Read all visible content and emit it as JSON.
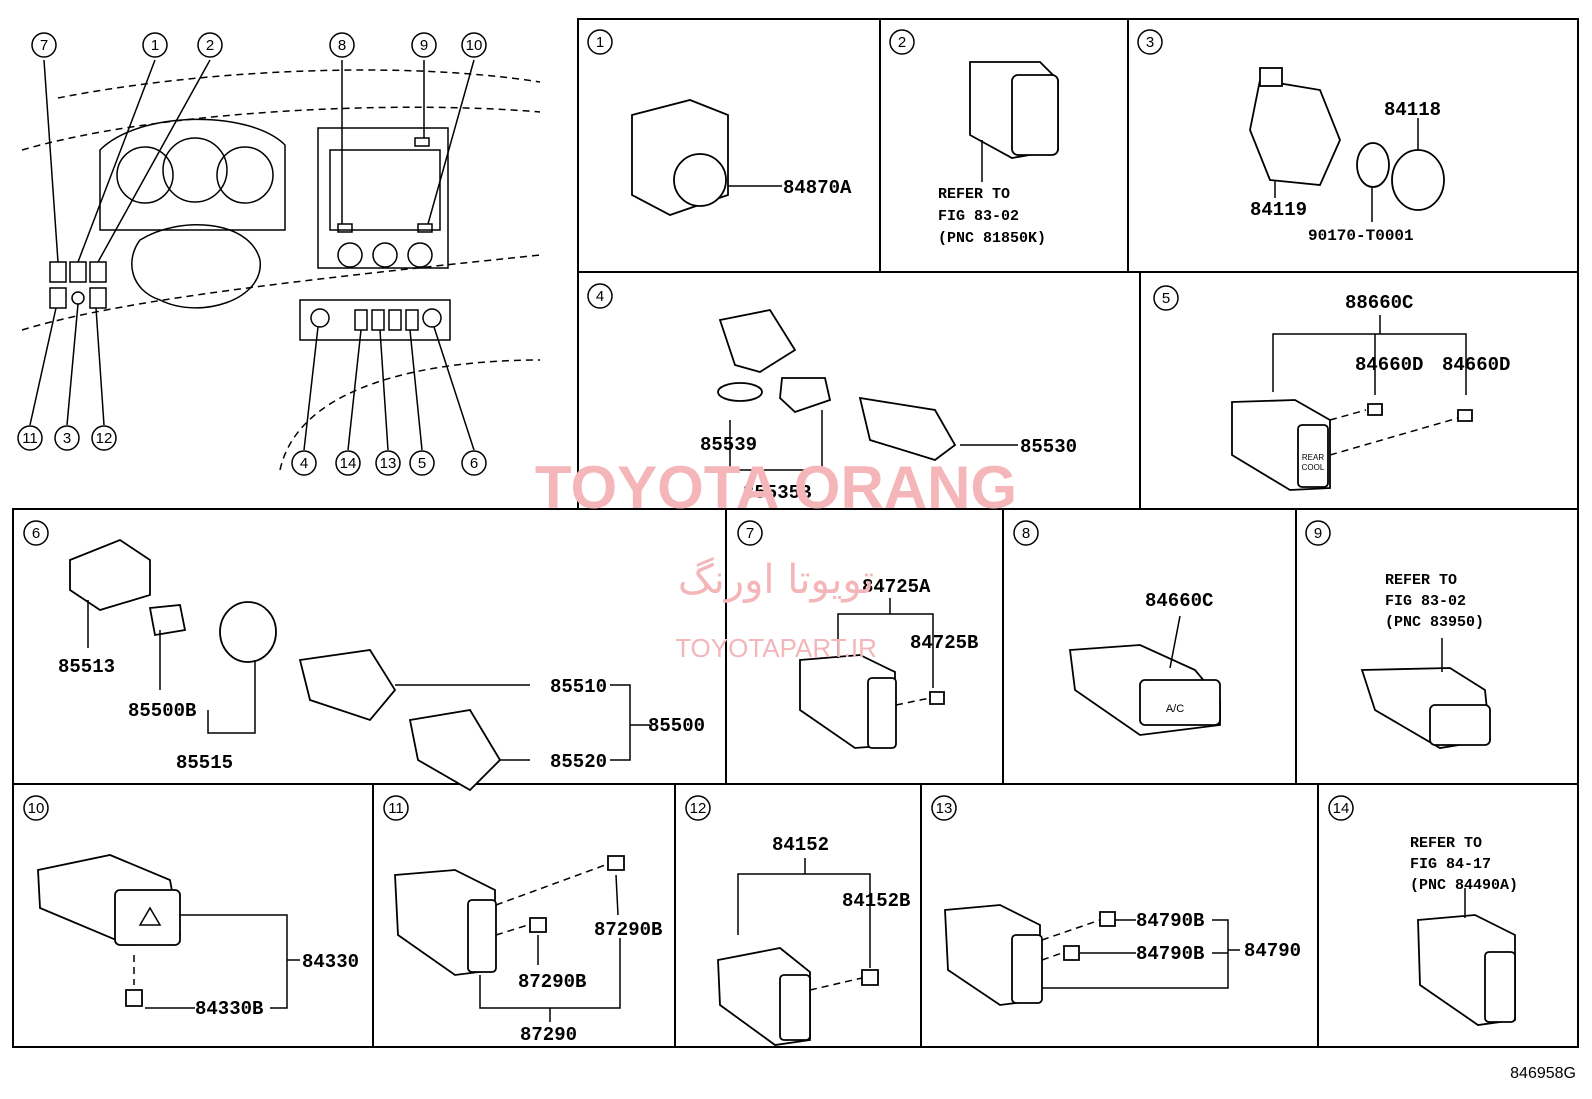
{
  "overview_callouts": {
    "top": [
      "7",
      "1",
      "2",
      "8",
      "9",
      "10"
    ],
    "bottom": [
      "11",
      "3",
      "12",
      "4",
      "14",
      "13",
      "5",
      "6"
    ]
  },
  "panels": {
    "p1": {
      "num": "1",
      "parts": [
        "84870A"
      ]
    },
    "p2": {
      "num": "2",
      "refer": [
        "REFER TO",
        "FIG 83-02",
        "(PNC 81850K)"
      ]
    },
    "p3": {
      "num": "3",
      "parts": [
        "84118",
        "84119",
        "90170-T0001"
      ]
    },
    "p4": {
      "num": "4",
      "parts": [
        "85539",
        "85530",
        "85535B"
      ]
    },
    "p5": {
      "num": "5",
      "parts": [
        "88660C",
        "84660D",
        "84660D"
      ],
      "switch_text": [
        "REAR",
        "COOL"
      ]
    },
    "p6": {
      "num": "6",
      "parts": [
        "85513",
        "85500B",
        "85515",
        "85510",
        "85520",
        "85500"
      ]
    },
    "p7": {
      "num": "7",
      "parts": [
        "84725A",
        "84725B"
      ]
    },
    "p8": {
      "num": "8",
      "parts": [
        "84660C"
      ],
      "switch_text": "A/C"
    },
    "p9": {
      "num": "9",
      "refer": [
        "REFER TO",
        "FIG 83-02",
        "(PNC 83950)"
      ]
    },
    "p10": {
      "num": "10",
      "parts": [
        "84330",
        "84330B"
      ]
    },
    "p11": {
      "num": "11",
      "parts": [
        "87290B",
        "87290B",
        "87290"
      ]
    },
    "p12": {
      "num": "12",
      "parts": [
        "84152",
        "84152B"
      ]
    },
    "p13": {
      "num": "13",
      "parts": [
        "84790B",
        "84790B",
        "84790"
      ]
    },
    "p14": {
      "num": "14",
      "refer": [
        "REFER TO",
        "FIG 84-17",
        "(PNC 84490A)"
      ]
    }
  },
  "watermark": {
    "title": "TOYOTA ORANG",
    "persian": "تويوتا اورنگ",
    "site": "TOYOTAPART.IR"
  },
  "figure_id": "846958G"
}
